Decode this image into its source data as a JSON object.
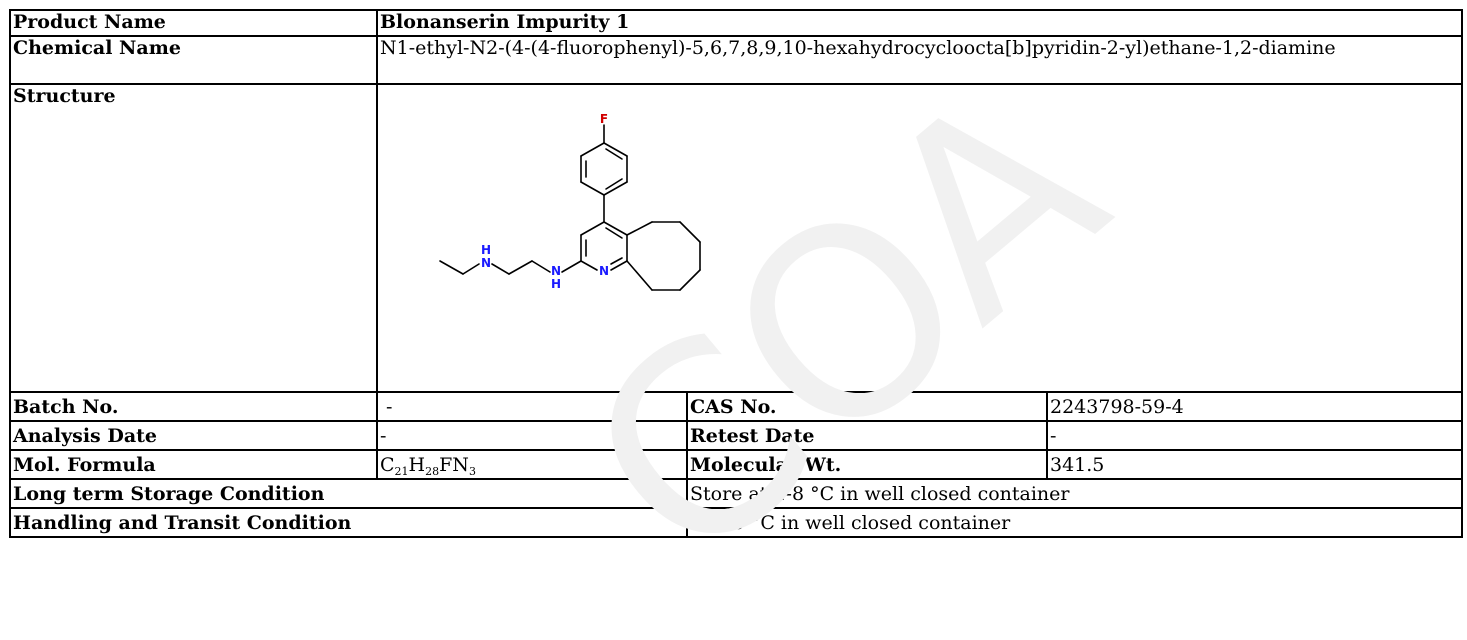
{
  "product_name": {
    "label": "Product Name",
    "value": "Blonanserin Impurity 1"
  },
  "chemical_name": {
    "label": "Chemical Name",
    "value": "N1-ethyl-N2-(4-(4-fluorophenyl)-5,6,7,8,9,10-hexahydrocycloocta[b]pyridin-2-yl)ethane-1,2-diamine"
  },
  "structure": {
    "label": "Structure",
    "atoms": {
      "fluorine": "F",
      "amine_top": "N",
      "amine_top_h": "H",
      "amine_bottom": "N",
      "amine_bottom_h": "H",
      "pyridine_n": "N"
    },
    "colors": {
      "bond": "#000000",
      "fluorine": "#d10000",
      "nitrogen": "#1a1aff"
    }
  },
  "batch": {
    "label": "Batch No.",
    "value": " -"
  },
  "cas": {
    "label": "CAS No.",
    "value": "2243798-59-4"
  },
  "analysis_date": {
    "label": "Analysis Date",
    "value": "-"
  },
  "retest_date": {
    "label": "Retest Date",
    "value": "-"
  },
  "mol_formula": {
    "label": "Mol. Formula",
    "parts": [
      "C",
      "21",
      "H",
      "28",
      "FN",
      "3"
    ]
  },
  "mol_wt": {
    "label": "Molecular Wt.",
    "value": "341.5"
  },
  "storage": {
    "label": "Long term Storage Condition",
    "value": "Store at 2-8 °C in well closed container"
  },
  "transit": {
    "label": "Handling and Transit Condition",
    "value": "25-30 °C in well closed container"
  },
  "watermark": {
    "text": "COA",
    "color": "#f3f3f3"
  }
}
